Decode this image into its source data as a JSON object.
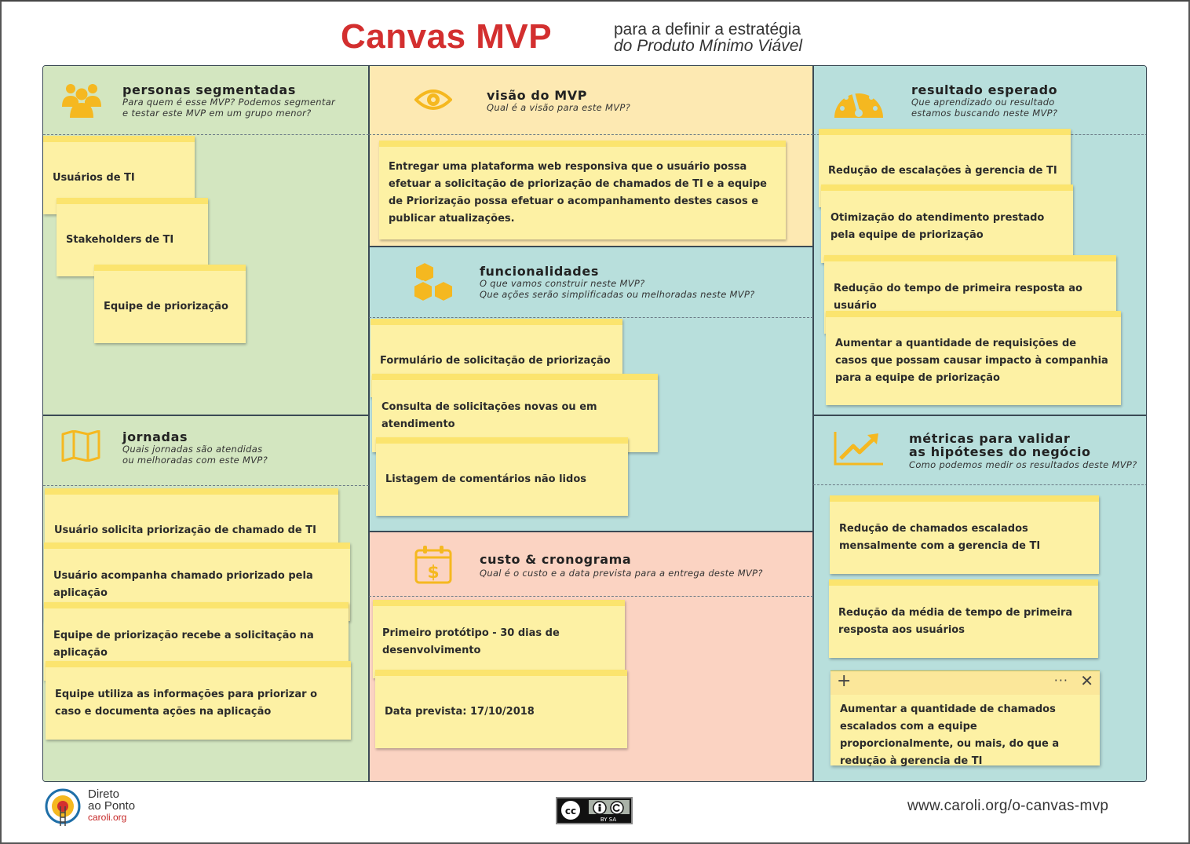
{
  "header": {
    "title": "Canvas MVP",
    "subtitle_line1": "para a definir a estratégia",
    "subtitle_line2": "do Produto Mínimo Viável"
  },
  "sections": {
    "personas": {
      "title": "personas segmentadas",
      "question": "Para quem é esse MVP? Podemos segmentar\ne testar este MVP em um grupo menor?",
      "icon": "people-icon",
      "notes": [
        "Usuários de TI",
        "Stakeholders de TI",
        "Equipe de priorização"
      ]
    },
    "jornadas": {
      "title": "jornadas",
      "question": "Quais jornadas são atendidas\nou melhoradas com este MVP?",
      "icon": "map-icon",
      "notes": [
        "Usuário solicita priorização de chamado de TI",
        "Usuário acompanha chamado priorizado pela aplicação",
        "Equipe de priorização recebe a solicitação na aplicação",
        "Equipe utiliza as informações para priorizar o caso e documenta ações na aplicação"
      ]
    },
    "visao": {
      "title": "visão do MVP",
      "question": "Qual é a visão para este MVP?",
      "icon": "eye-icon",
      "notes": [
        "Entregar uma plataforma web responsiva que o usuário possa efetuar a solicitação de priorização de chamados de TI e a equipe de Priorização possa efetuar o acompanhamento destes casos e publicar atualizações."
      ]
    },
    "funcionalidades": {
      "title": "funcionalidades",
      "question": "O que vamos construir neste MVP?\nQue ações serão simplificadas ou melhoradas neste MVP?",
      "icon": "cubes-icon",
      "notes": [
        "Formulário de solicitação de priorização",
        "Consulta de solicitações novas ou em atendimento",
        "Listagem de comentários não lidos"
      ]
    },
    "custo": {
      "title": "custo & cronograma",
      "question": "Qual é o custo e a data prevista para a entrega deste MVP?",
      "icon": "calendar-dollar-icon",
      "notes": [
        "Primeiro protótipo - 30 dias de desenvolvimento",
        "Data prevista: 17/10/2018"
      ]
    },
    "resultado": {
      "title": "resultado esperado",
      "question": "Que aprendizado ou resultado\nestamos buscando neste MVP?",
      "icon": "gauge-icon",
      "notes": [
        "Redução de escalações à gerencia de TI",
        "Otimização do atendimento prestado pela equipe de priorização",
        "Redução do tempo de primeira resposta ao usuário",
        "Aumentar a quantidade de requisições de casos que possam causar impacto à companhia para a  equipe de priorização"
      ]
    },
    "metricas": {
      "title_line1": "métricas para validar",
      "title_line2": "as hipóteses do negócio",
      "question": "Como podemos medir os resultados deste MVP?",
      "icon": "chart-up-icon",
      "notes": [
        "Redução de chamados escalados mensalmente com a gerencia de TI",
        "Redução da média de tempo de primeira resposta aos usuários",
        "Aumentar a quantidade de chamados escalados com a equipe proporcionalmente, ou mais, do que a redução à gerencia de TI"
      ]
    }
  },
  "note_toolbar": {
    "add": "+",
    "menu": "···",
    "close": "✕"
  },
  "footer": {
    "logo_line1": "Direto",
    "logo_line2": "ao Ponto",
    "logo_url": "caroli.org",
    "license": "BY SA",
    "url": "www.caroli.org/o-canvas-mvp"
  },
  "colors": {
    "title_red": "#d32f2f",
    "icon_yellow": "#f5b820",
    "note_yellow": "#fdf1a4",
    "green": "#d3e6c0",
    "yellow": "#fde9b2",
    "teal": "#b8dfdc",
    "salmon": "#fbd3c2"
  }
}
